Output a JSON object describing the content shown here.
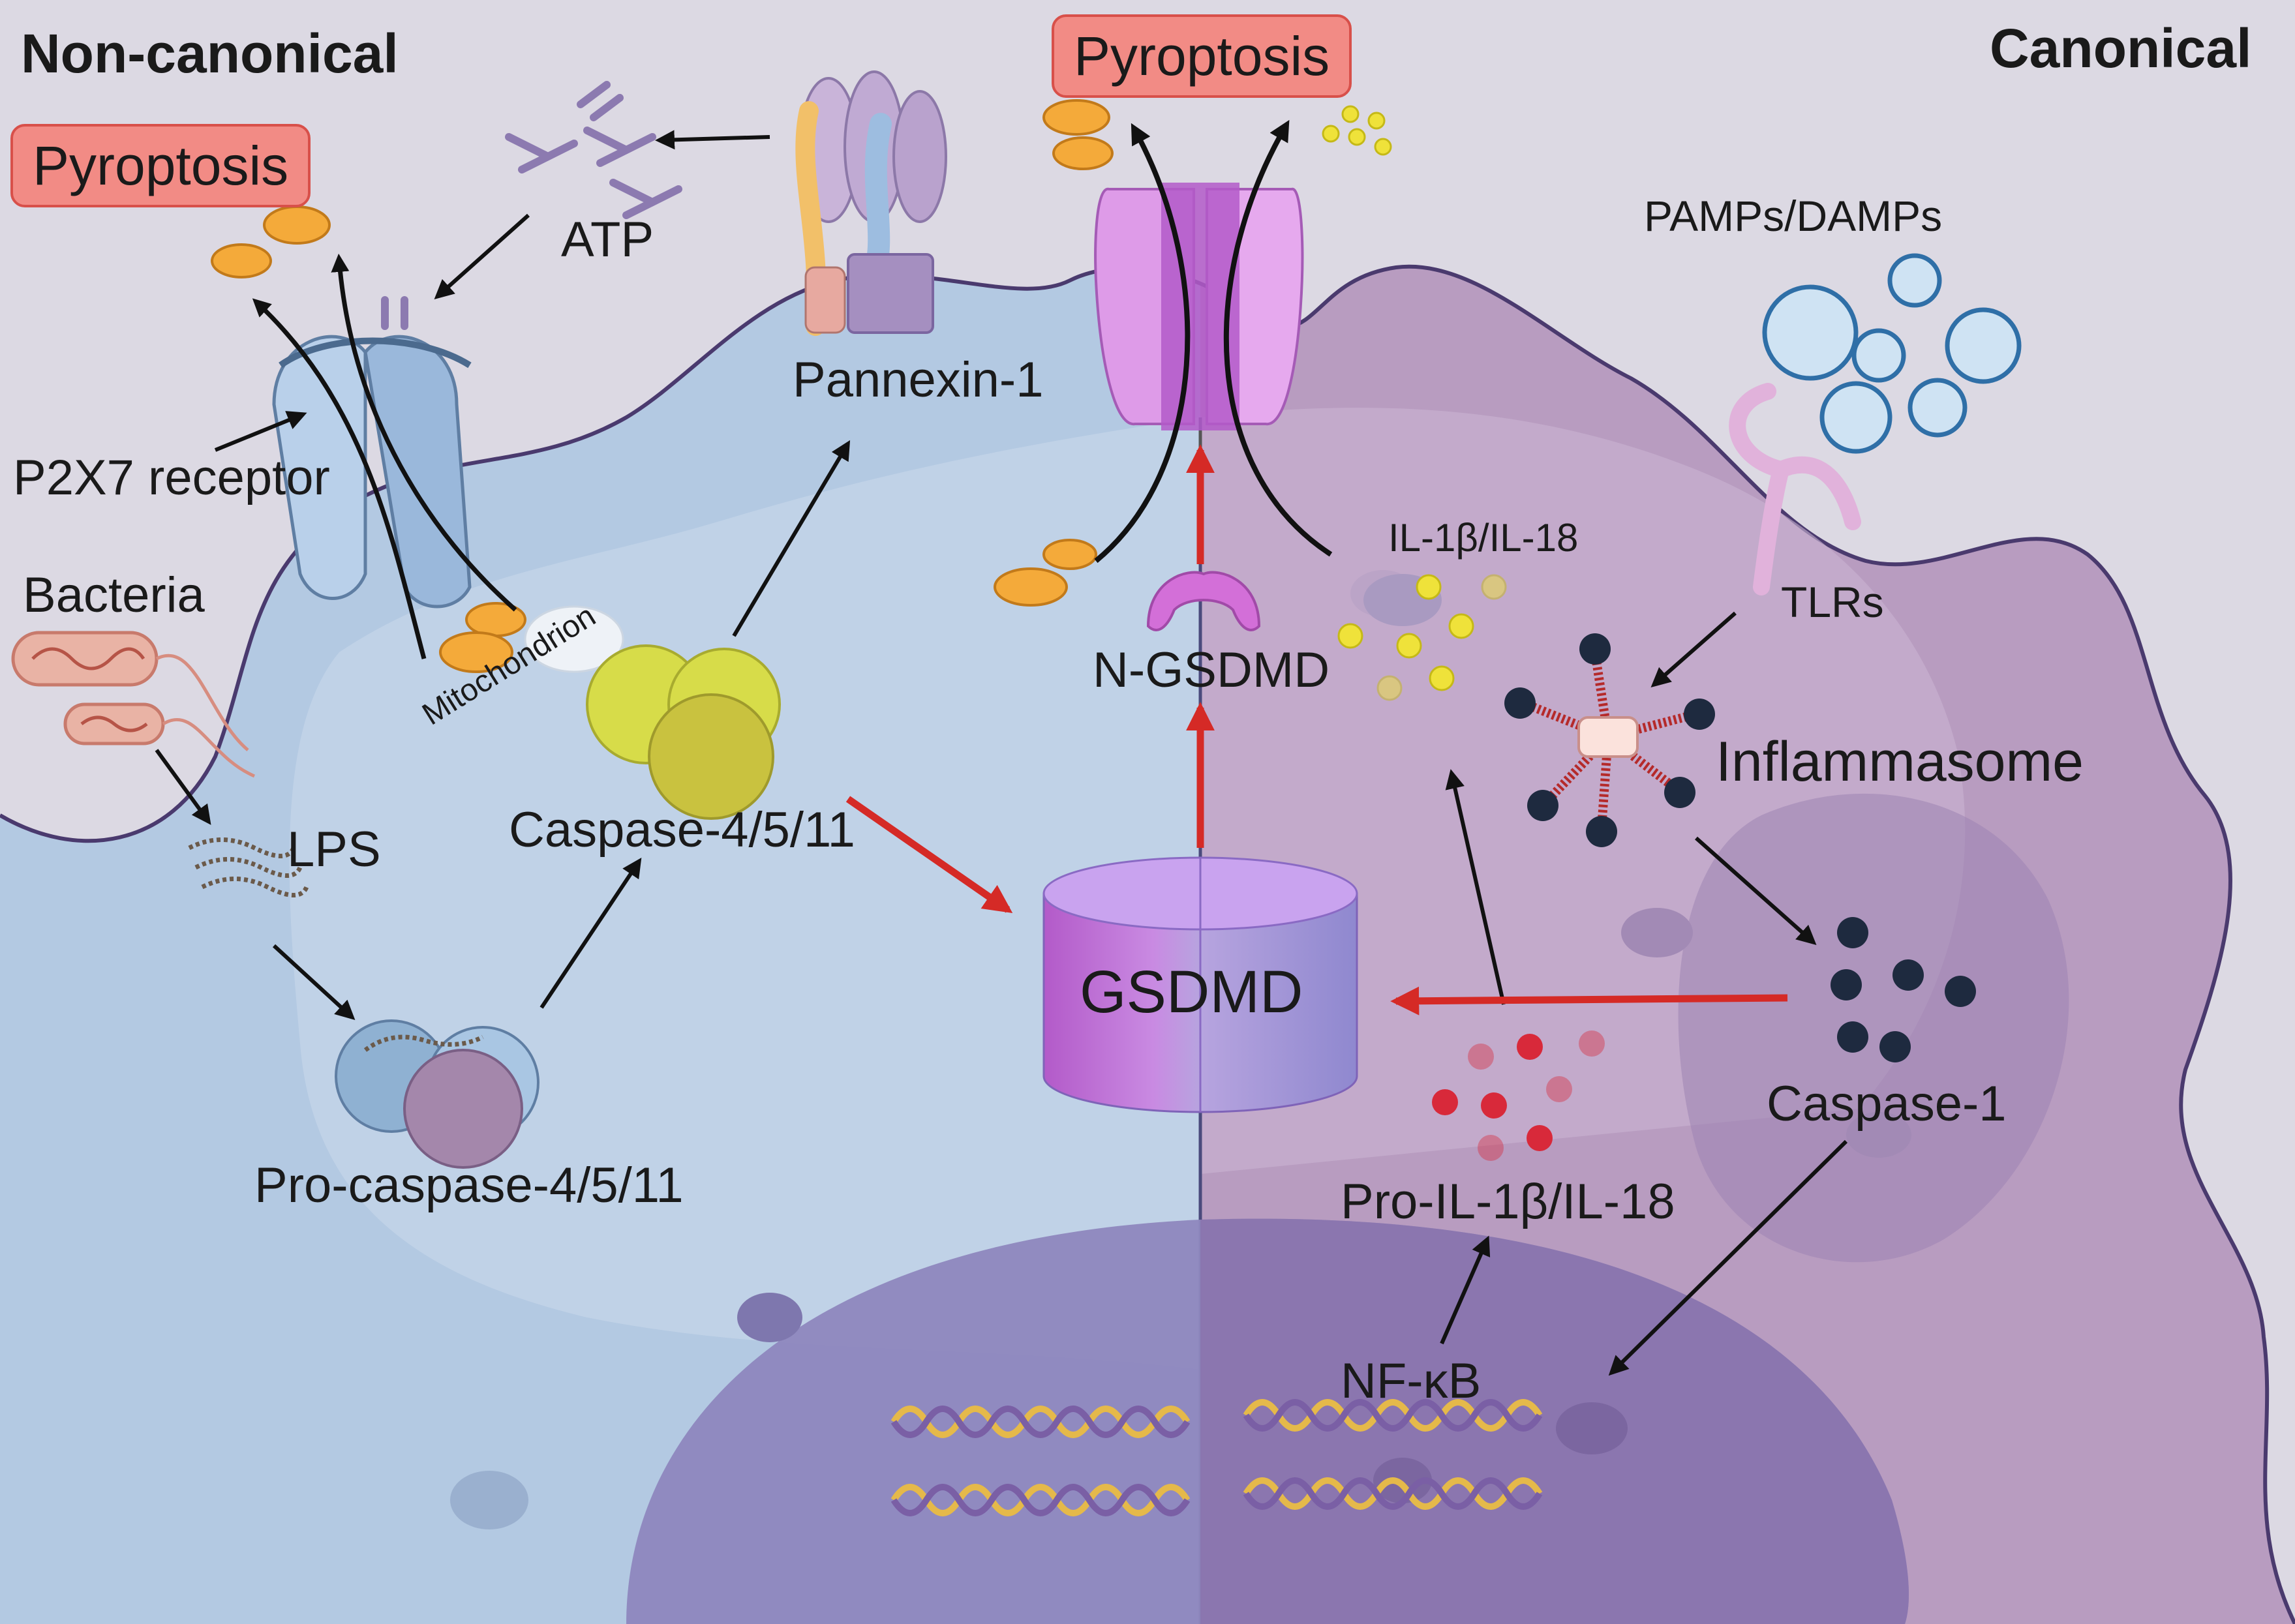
{
  "headers": {
    "left": "Non-canonical",
    "right": "Canonical"
  },
  "badges": {
    "pyroptosis_left": "Pyroptosis",
    "pyroptosis_top": "Pyroptosis"
  },
  "labels": {
    "atp": "ATP",
    "pannexin": "Pannexin-1",
    "p2x7": "P2X7 receptor",
    "bacteria": "Bacteria",
    "lps": "LPS",
    "mitochondrion": "Mitochondrion",
    "caspase_4511": "Caspase-4/5/11",
    "pro_caspase": "Pro-caspase-4/5/11",
    "n_gsdmd": "N-GSDMD",
    "gsdmd": "GSDMD",
    "il": "IL-1β/IL-18",
    "pamps": "PAMPs/DAMPs",
    "tlrs": "TLRs",
    "inflammasome": "Inflammasome",
    "caspase1": "Caspase-1",
    "pro_il": "Pro-IL-1β/IL-18",
    "nfkb": "NF-κB"
  },
  "colors": {
    "left_cell": "#b3c9e2",
    "right_cell": "#b89cc0",
    "nucleus": "#8e87be",
    "pore": "#d38ae6",
    "arrow_red": "#d52a26",
    "badge": "#f28b85"
  }
}
